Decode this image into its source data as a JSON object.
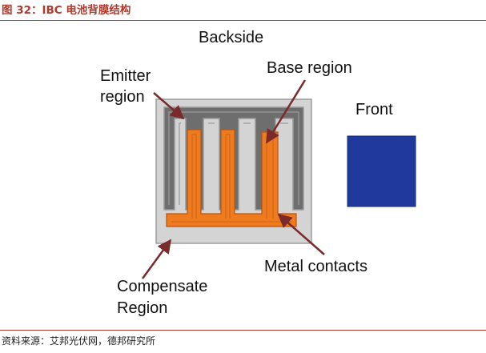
{
  "figure_title": "图 32：IBC 电池背膜结构",
  "source": "资料来源：艾邦光伏网，德邦研究所",
  "labels": {
    "backside": "Backside",
    "emitter_line1": "Emitter",
    "emitter_line2": "region",
    "base_region": "Base region",
    "front": "Front",
    "metal_contacts": "Metal contacts",
    "compensate_line1": "Compensate",
    "compensate_line2": "Region"
  },
  "colors": {
    "title": "#b0392b",
    "frame": "#d3d3d3",
    "emitter": "#6e6e6e",
    "metal": "#f07a1e",
    "front_square": "#1f3a9c",
    "arrow": "#7a2a2a"
  }
}
